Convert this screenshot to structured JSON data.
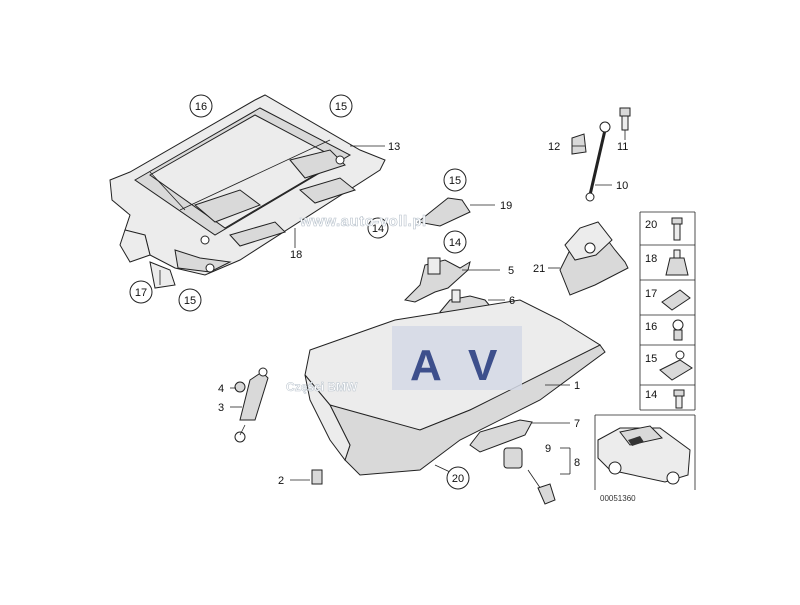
{
  "labels": {
    "p1": "1",
    "p2": "2",
    "p3": "3",
    "p4": "4",
    "p5": "5",
    "p6": "6",
    "p7": "7",
    "p8": "8",
    "p9": "9",
    "p10": "10",
    "p11": "11",
    "p12": "12",
    "p13": "13",
    "p14a": "14",
    "p14b": "14",
    "p14c": "14",
    "p15a": "15",
    "p15b": "15",
    "p15c": "15",
    "p15d": "15",
    "p16a": "16",
    "p16b": "16",
    "p17a": "17",
    "p17b": "17",
    "p18a": "18",
    "p18b": "18",
    "p19": "19",
    "p20a": "20",
    "p20b": "20",
    "p21": "21"
  },
  "watermark": {
    "url": "www.auto-voll.pl",
    "logo": "AV",
    "caption": "Części BMW"
  },
  "diagram_code": "00051360",
  "colors": {
    "logo_blue": "#3d4f8c",
    "logo_box": "#d5d9e6",
    "part_fill": "#d9d9d9"
  }
}
